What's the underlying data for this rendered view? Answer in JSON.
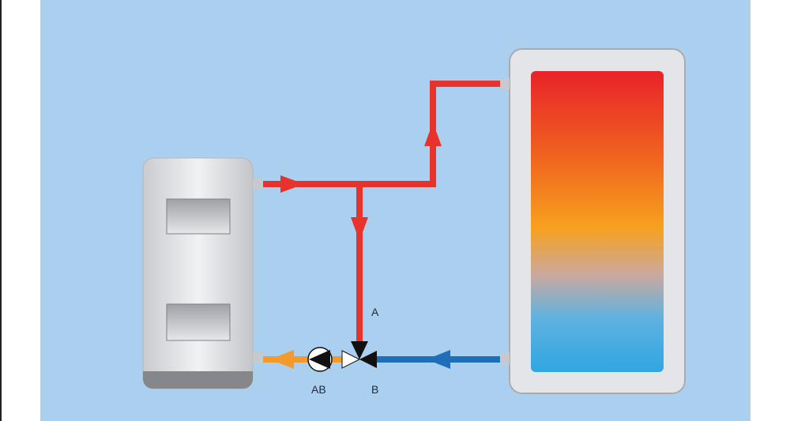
{
  "diagram": {
    "labels": {
      "a": "A",
      "ab": "AB",
      "b": "B"
    },
    "colors": {
      "background": "#abcfee",
      "hot": "#e8322c",
      "cold": "#1f6fb8",
      "mixed": "#f39a2a"
    },
    "components": [
      "boiler",
      "mixing-valve",
      "pump",
      "storage-tank"
    ]
  }
}
